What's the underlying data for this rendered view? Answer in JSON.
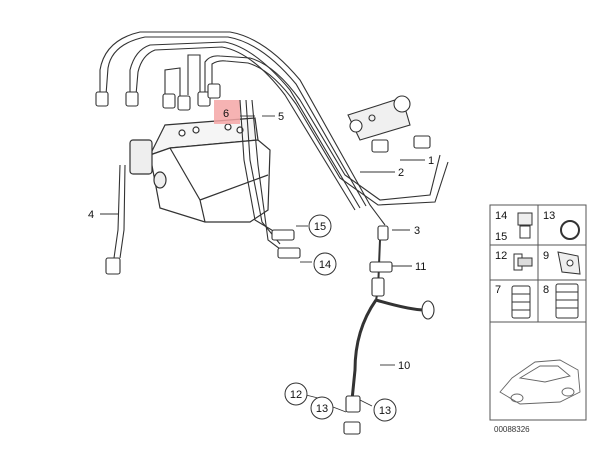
{
  "diagram": {
    "callouts": {
      "c1": "1",
      "c2": "2",
      "c3": "3",
      "c4": "4",
      "c5": "5",
      "c6": "6",
      "c10": "10",
      "c11": "11",
      "c12": "12",
      "c13a": "13",
      "c13b": "13",
      "c14": "14",
      "c15": "15"
    },
    "colors": {
      "highlight": "#f4a6a6",
      "line": "#333333"
    }
  },
  "parts_panel": {
    "labels": {
      "p14": "14",
      "p15": "15",
      "p13": "13",
      "p12": "12",
      "p9": "9",
      "p7": "7",
      "p8": "8"
    }
  },
  "reference_number": "00088326"
}
